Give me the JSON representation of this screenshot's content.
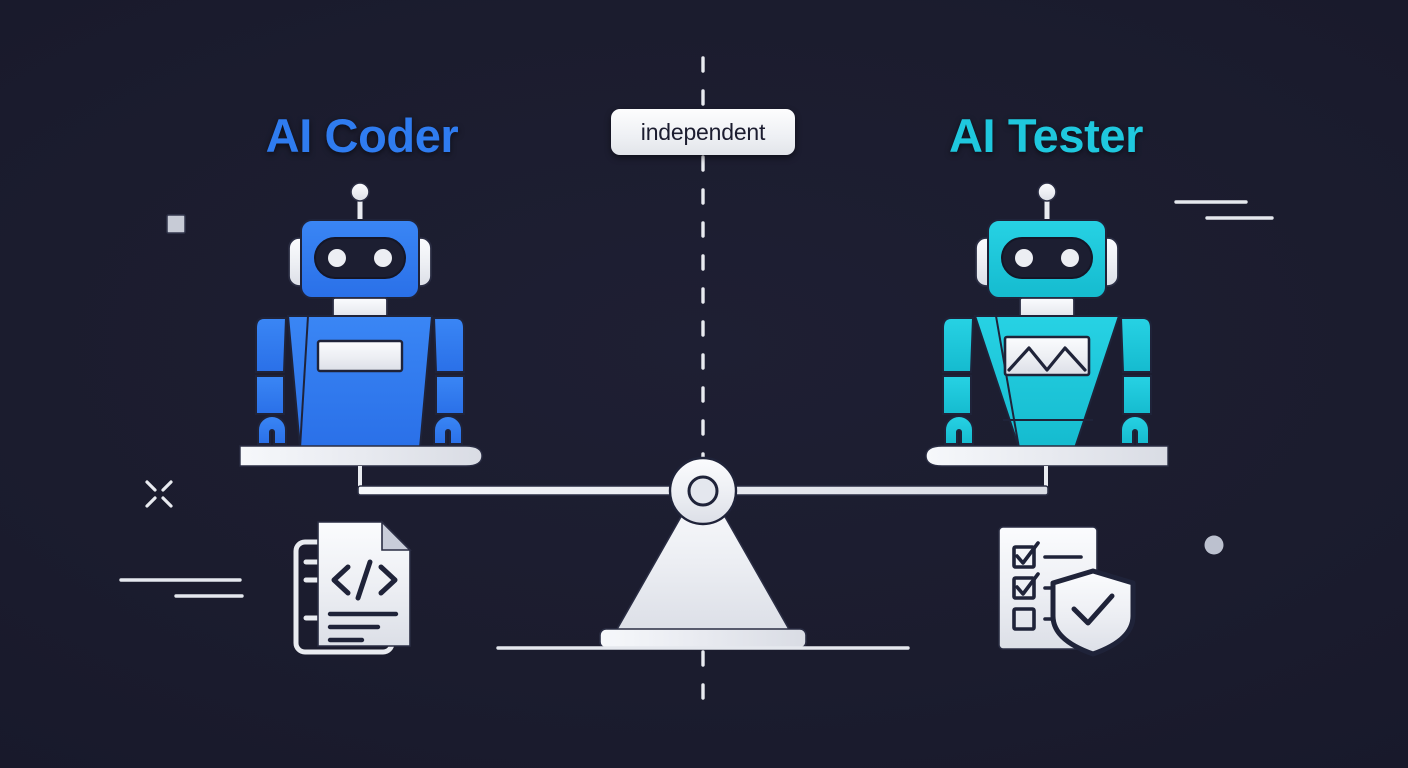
{
  "scene": {
    "title_left": "AI Coder",
    "title_right": "AI Tester",
    "badge_label": "independent",
    "colors": {
      "background": "#1b1c2e",
      "coder_blue": "#2f7cf0",
      "tester_cyan": "#1fc8de",
      "light": "#e9ebf0",
      "dark_ink": "#1c1d30"
    }
  },
  "left_side": {
    "robot_name": "coder-robot",
    "icon_name": "code-document-icon",
    "robot_color": "#2f7cf0"
  },
  "right_side": {
    "robot_name": "tester-robot",
    "icon_name": "checklist-shield-icon",
    "robot_color": "#1fc8de"
  },
  "balance": {
    "name": "balance-scale",
    "state": "level",
    "divider_name": "independence-divider"
  },
  "decorations": [
    {
      "name": "square-accent",
      "shape": "square"
    },
    {
      "name": "sparkle-accent",
      "shape": "x-sparkle"
    },
    {
      "name": "line-accent-left",
      "shape": "lines"
    },
    {
      "name": "line-accent-right",
      "shape": "lines"
    },
    {
      "name": "dot-accent",
      "shape": "circle"
    }
  ]
}
